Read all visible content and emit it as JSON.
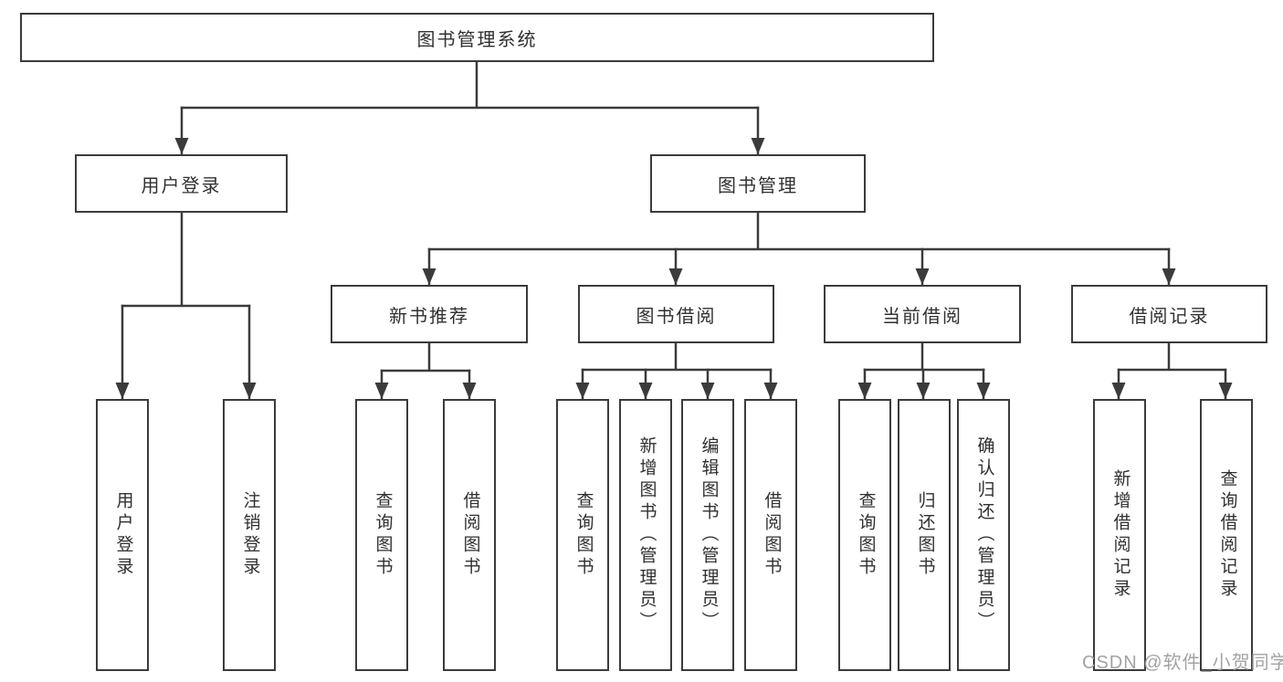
{
  "diagram": {
    "root": "图书管理系统",
    "level2": [
      "用户登录",
      "图书管理"
    ],
    "level3": [
      "新书推荐",
      "图书借阅",
      "当前借阅",
      "借阅记录"
    ],
    "leaves": [
      "用户登录",
      "注销登录",
      "查询图书",
      "借阅图书",
      "查询图书",
      "新增图书（管理员）",
      "编辑图书（管理员）",
      "借阅图书",
      "查询图书",
      "归还图书",
      "确认归还（管理员）",
      "新增借阅记录",
      "查询借阅记录"
    ]
  },
  "watermark": "CSDN @软件_小贺同学",
  "colors": {
    "line": "#3b3b3b",
    "box_border": "#3b3b3b",
    "text": "#303030",
    "watermark": "#a3a3a3",
    "background": "#ffffff"
  }
}
